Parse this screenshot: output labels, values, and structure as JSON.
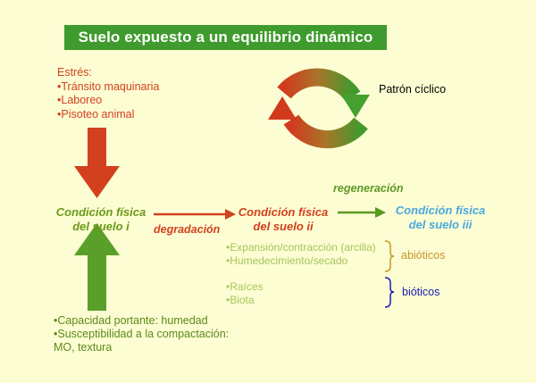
{
  "title": "Suelo expuesto a un equilibrio dinámico",
  "stress": {
    "heading": "Estrés:",
    "items": [
      "•Tránsito maquinaria",
      "•Laboreo",
      "•Pisoteo animal"
    ]
  },
  "cyclic_label": "Patrón cíclico",
  "condition_i": [
    "Condición física",
    "del suelo i"
  ],
  "condition_ii": [
    "Condición física",
    "del suelo ii"
  ],
  "condition_iii": [
    "Condición física",
    "del suelo iii"
  ],
  "degradation_label": "degradación",
  "regeneration_label": "regeneración",
  "abiotic": {
    "items": [
      "•Expansión/contracción (arcilla)",
      "•Humedecimiento/secado"
    ],
    "label": "abióticos"
  },
  "biotic": {
    "items": [
      "•Raíces",
      "•Biota"
    ],
    "label": "bióticos"
  },
  "capacity": {
    "lines": [
      "•Capacidad portante: humedad",
      "•Susceptibilidad a la compactación:",
      "MO, textura"
    ]
  },
  "colors": {
    "background": "#fdfdd3",
    "title_bg": "#3f9b2d",
    "red": "#d3401e",
    "green": "#5b9a22",
    "blue": "#4aa8e0"
  }
}
